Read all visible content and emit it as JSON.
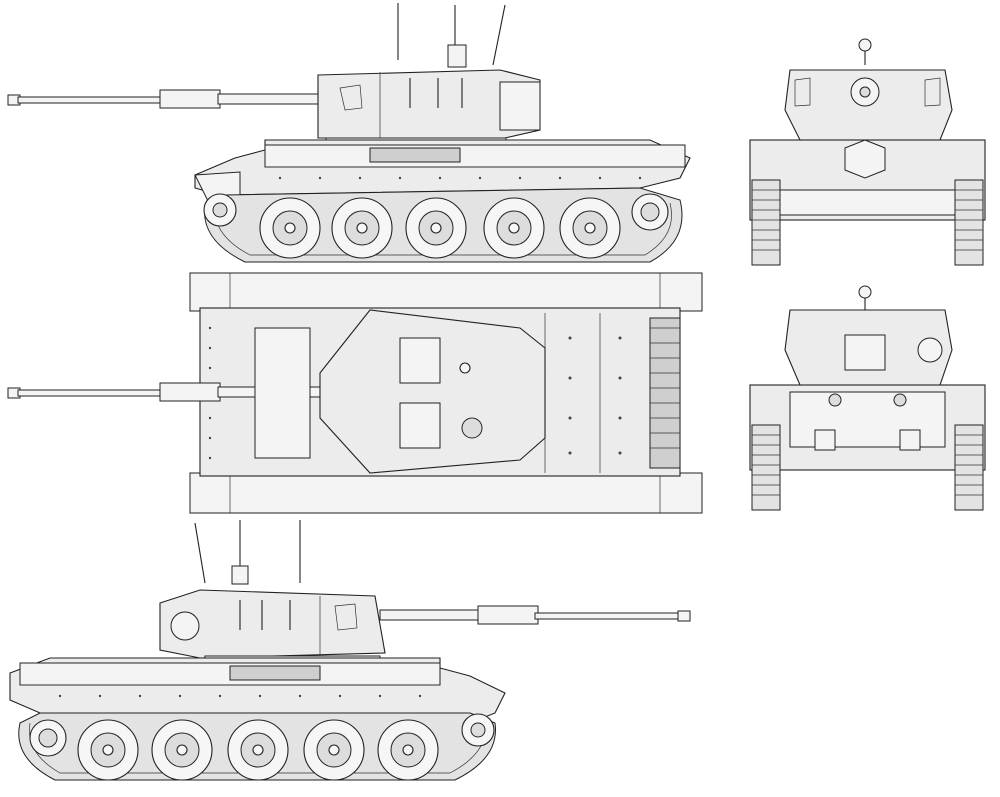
{
  "drawing": {
    "views": [
      "side-right",
      "top",
      "side-left",
      "front",
      "rear"
    ]
  }
}
